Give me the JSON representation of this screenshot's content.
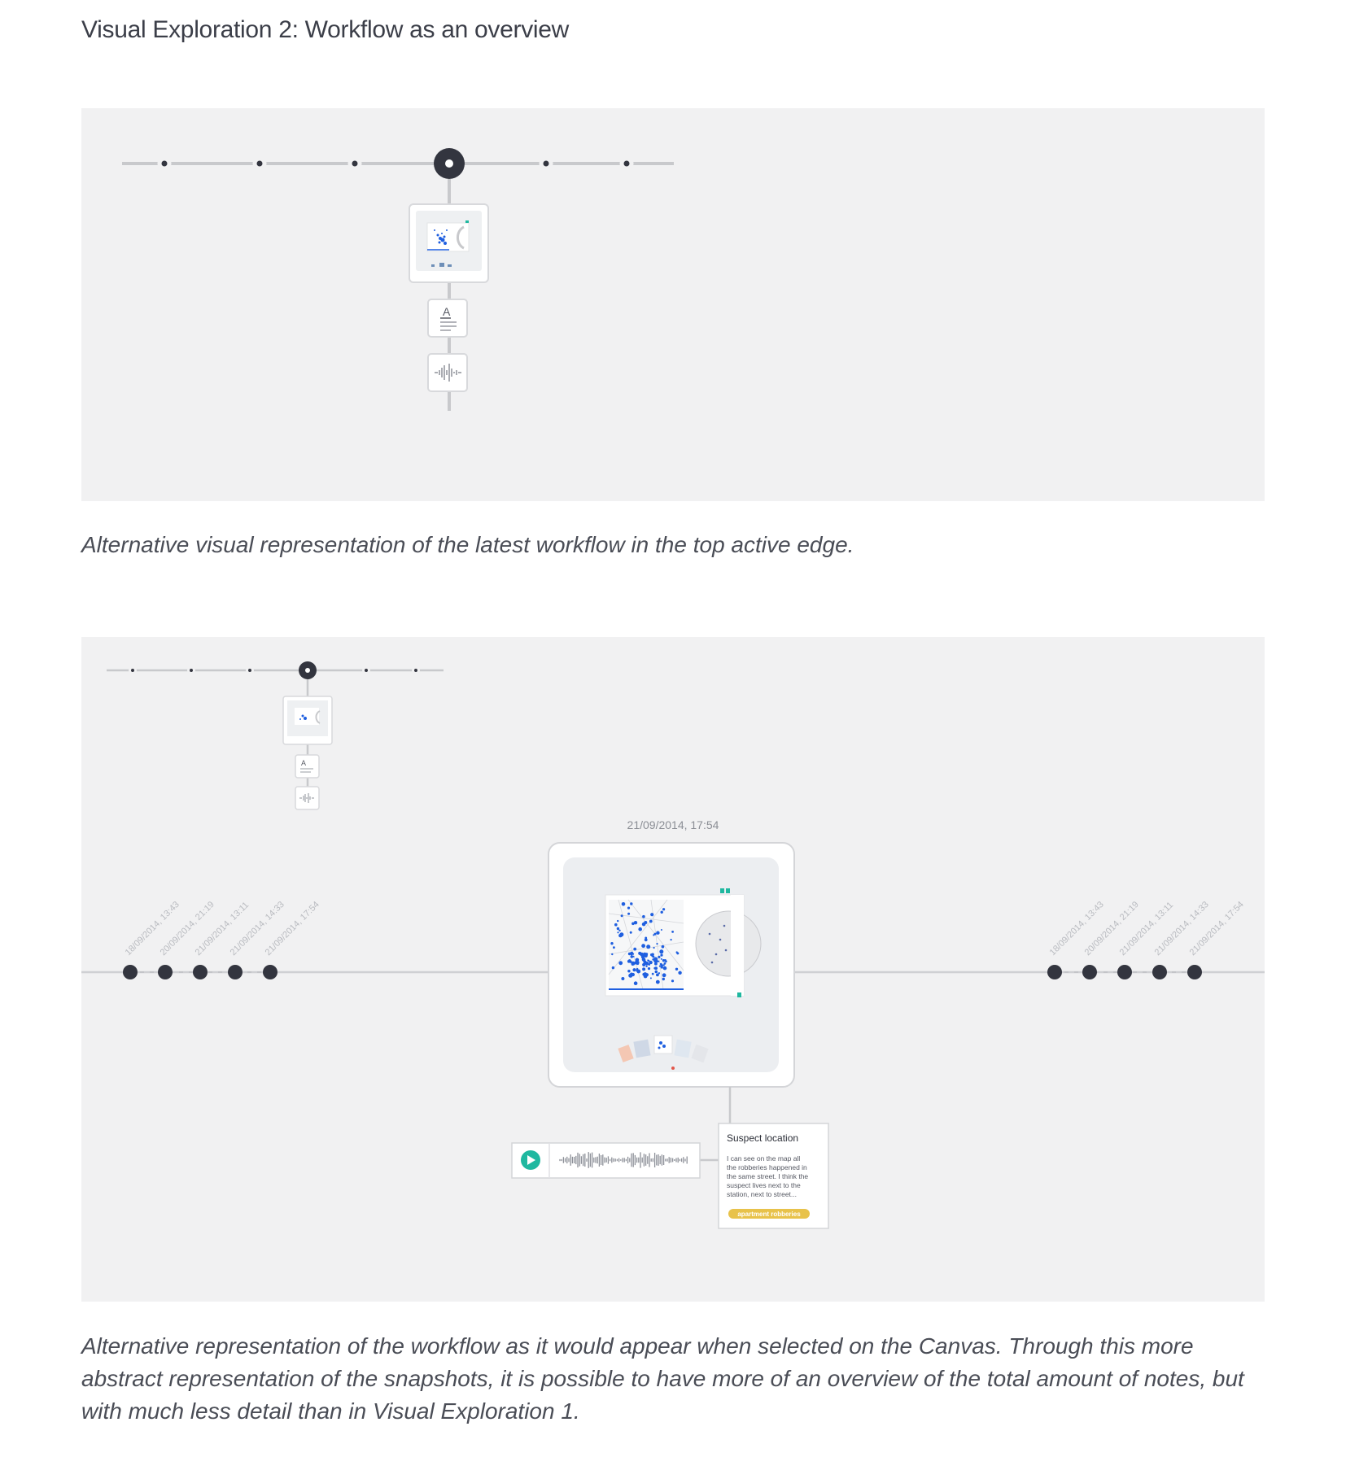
{
  "heading": "Visual Exploration 2: Workflow as an overview",
  "caption_1": "Alternative visual representation of the latest workflow in the top active edge.",
  "caption_2": "Alternative representation of the workflow as it would appear when selected on the Canvas. Through this more abstract representation of the snapshots, it is possible to have more of an overview of the total amount of notes, but with much less detail than in Visual Exploration 1.",
  "timeline_dates": [
    "18/09/2014, 13:43",
    "20/09/2014, 21:19",
    "21/09/2014, 13:11",
    "21/09/2014, 14:33",
    "21/09/2014, 17:54"
  ],
  "selected_snapshot_date": "21/09/2014, 17:54",
  "note": {
    "title": "Suspect location",
    "body_lines": [
      "I can see on the map all",
      "the robberies happened in",
      "the same street. I think the",
      "suspect lives next to the",
      "station, next to street..."
    ],
    "tag": "apartment robberies"
  },
  "icons": {
    "text_note": "text-note-icon",
    "audio_note": "audio-waveform-icon",
    "play": "play-icon"
  },
  "colors": {
    "node": "#33353f",
    "line": "#c8c9cc",
    "accent": "#1fb8a0",
    "tag": "#e8c24a",
    "map_points": "#1f5fe0"
  }
}
